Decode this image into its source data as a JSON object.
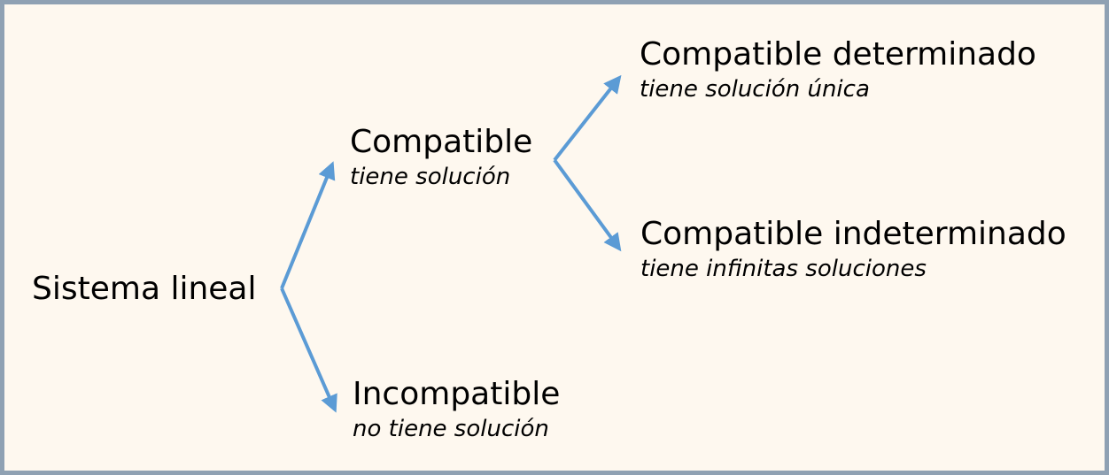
{
  "arrow_color": "#5b9bd5",
  "frame_color": "#8fa1b3",
  "background_color": "#fef8ef",
  "root": {
    "title": "Sistema lineal"
  },
  "compatible": {
    "title": "Compatible",
    "subtitle": "tiene solución"
  },
  "incompatible": {
    "title": "Incompatible",
    "subtitle": "no tiene solución"
  },
  "determinado": {
    "title": "Compatible determinado",
    "subtitle": "tiene solución única"
  },
  "indeterminado": {
    "title": "Compatible indeterminado",
    "subtitle": "tiene infinitas soluciones"
  }
}
